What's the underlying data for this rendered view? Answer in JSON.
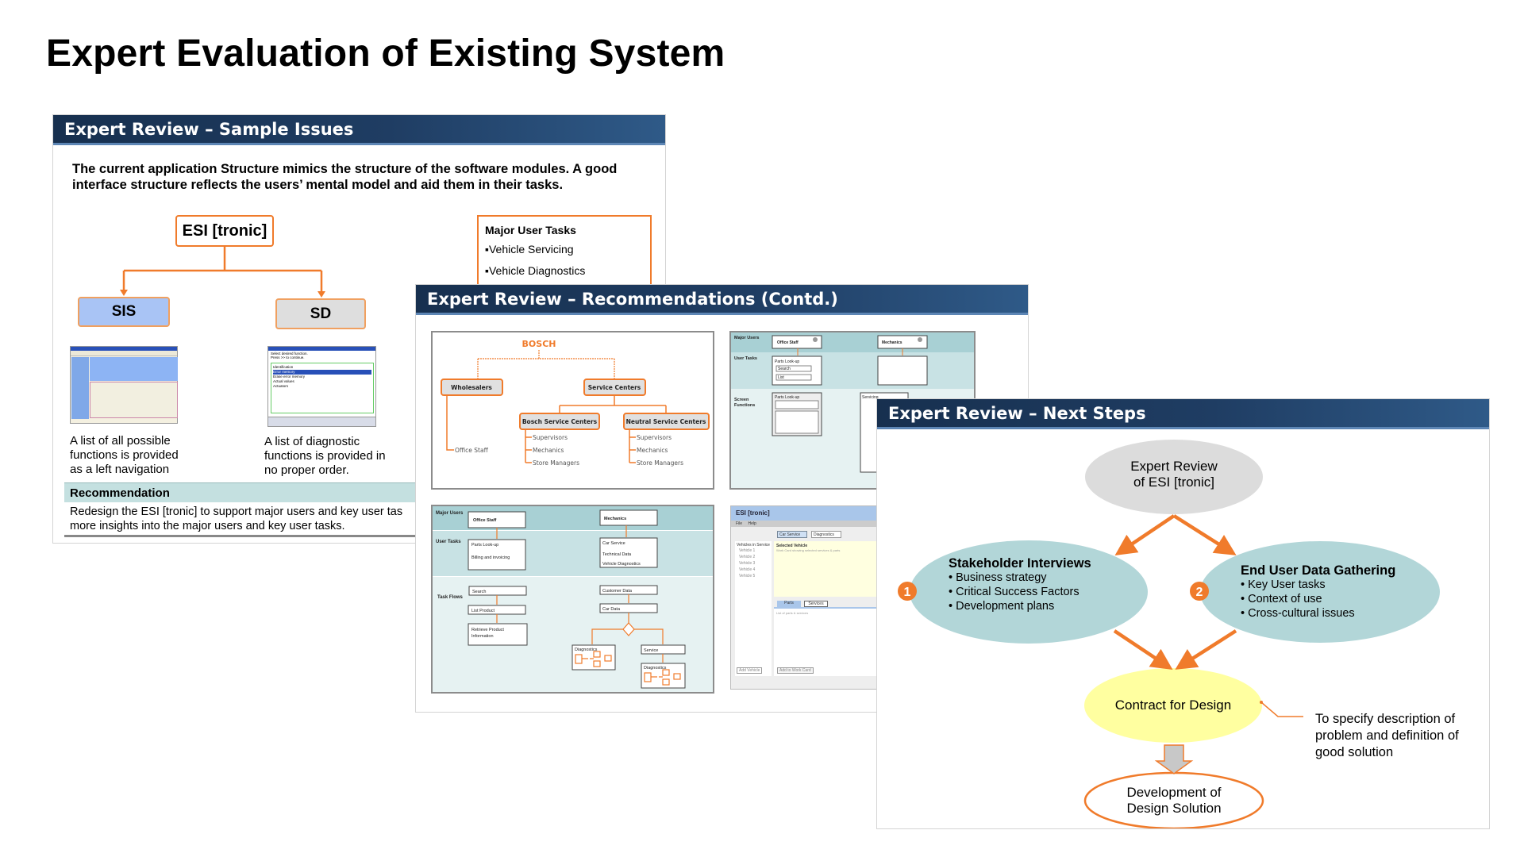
{
  "title": "Expert Evaluation of Existing System",
  "slide1": {
    "header": "Expert Review – Sample Issues",
    "intro": "The current application Structure mimics the structure of the software modules. A good interface structure reflects the users’ mental model and aid them in their tasks.",
    "root": "ESI [tronic]",
    "left": "SIS",
    "right": "SD",
    "caption_left": [
      "A list of all possible",
      "functions is provided",
      "as a left navigation"
    ],
    "caption_right": [
      "A list of diagnostic",
      "functions is provided in",
      "no proper order."
    ],
    "thumb_right": {
      "prompt": [
        "Select desired function.",
        "Press >> to continue."
      ],
      "items": [
        "Identification",
        "Error memory",
        "Erase error memory",
        "Actual values",
        "Actuators"
      ]
    },
    "tasks": {
      "title": "Major User Tasks",
      "items": [
        "▪Vehicle Servicing",
        "▪Vehicle Diagnostics"
      ]
    },
    "recommendation": {
      "title": "Recommendation",
      "text": [
        "Redesign the ESI [tronic]  to support major users and key user tas",
        "more insights into the major users and key user tasks."
      ]
    }
  },
  "slide2": {
    "header": "Expert Review – Recommendations (Contd.)",
    "org": {
      "root": "BOSCH",
      "wholesalers": "Wholesalers",
      "service_centers": "Service Centers",
      "bosch_sc": "Bosch Service Centers",
      "neutral_sc": "Neutral Service Centers",
      "office_staff": "Office Staff",
      "roles": [
        "Supervisors",
        "Mechanics",
        "Store Managers"
      ]
    },
    "mock": {
      "major_users": "Major Users",
      "user_tasks": "User Tasks",
      "screen_functions": [
        "Screen",
        "Functions"
      ],
      "office_staff": "Office Staff",
      "mechanics": "Mechanics",
      "parts_lookup": "Parts Look-up",
      "search": "Search",
      "list": "List",
      "servicing": "Servicing"
    },
    "flows": {
      "major_users": "Major Users",
      "user_tasks": "User Tasks",
      "task_flows": "Task Flows",
      "office_staff": "Office Staff",
      "mechanics": "Mechanics",
      "office_tasks": [
        "Parts Look-up",
        "Billing and invoicing"
      ],
      "mech_tasks": [
        "Car Service",
        "Technical Data",
        "Vehicle Diagnostics"
      ],
      "search": "Search",
      "list_product": "List Product",
      "retrieve": [
        "Retrieve Product",
        "Information"
      ],
      "customer_data": "Customer Data",
      "car_data": "Car Data",
      "diagnostics": "Diagnostics",
      "service": "Service"
    },
    "app": {
      "title": "ESI [tronic]",
      "menu": [
        "File",
        "Help"
      ],
      "buttons": [
        "Car Service",
        "Diagnostics"
      ],
      "list_title": "Vehicles in Service",
      "vehicles": [
        "Vehicle 1",
        "Vehicle 2",
        "Vehicle 3",
        "Vehicle 4",
        "Vehicle 5"
      ],
      "add_vehicle": "Add Vehicle",
      "selected": "Selected Vehicle",
      "work_card": "Work Card showing selected services & parts",
      "tabs": [
        "Parts",
        "Services"
      ],
      "list_parts": "List of parts & services",
      "add_to_card": "Add to Work Card"
    }
  },
  "slide3": {
    "header": "Expert Review – Next Steps",
    "top": [
      "Expert Review",
      "of ESI [tronic]"
    ],
    "left": {
      "badge": "1",
      "title": "Stakeholder Interviews",
      "items": [
        "• Business strategy",
        "• Critical Success Factors",
        "• Development plans"
      ]
    },
    "right": {
      "badge": "2",
      "title": "End User Data Gathering",
      "items": [
        "• Key User tasks",
        "• Context of use",
        "• Cross-cultural issues"
      ]
    },
    "contract": "Contract for Design",
    "note": [
      "To specify description of",
      "problem and definition of",
      "good solution"
    ],
    "bottom": [
      "Development of",
      "Design Solution"
    ]
  },
  "colors": {
    "orange": "#f07b2b",
    "teal": "#b2d6d8",
    "yellow": "#ffffa0",
    "gray": "#dcdcdc",
    "navy": "#1f3d63"
  }
}
